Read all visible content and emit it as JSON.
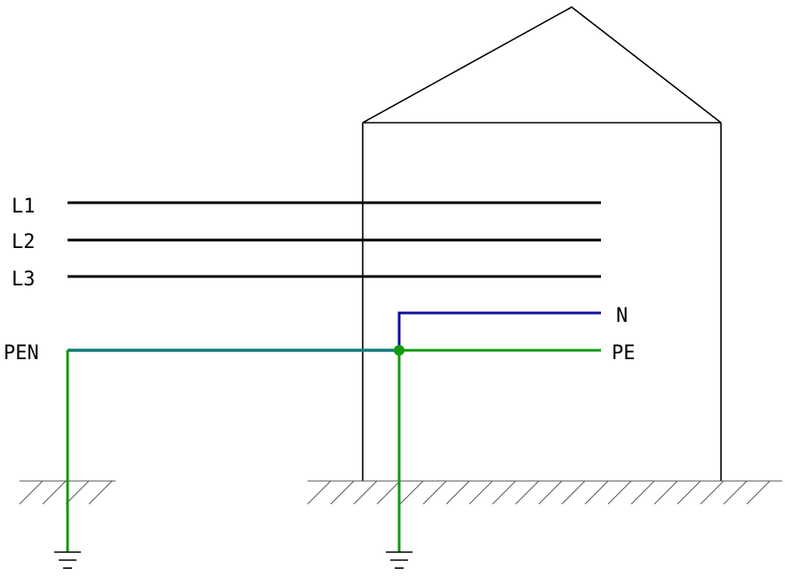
{
  "labels": {
    "l1": "L1",
    "l2": "L2",
    "l3": "L3",
    "pen": "PEN",
    "n": "N",
    "pe": "PE"
  },
  "colors": {
    "phase": "#000000",
    "neutral": "#1010a0",
    "pen": "#127a7a",
    "pe": "#109a10",
    "outline": "#000000",
    "hatch": "#555555"
  }
}
